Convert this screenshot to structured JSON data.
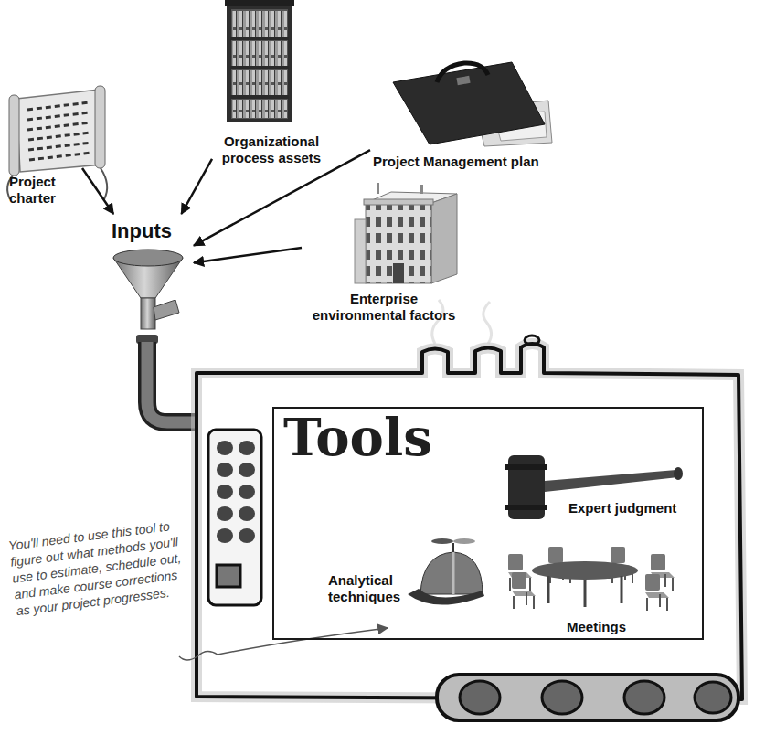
{
  "diagram": {
    "nodes": [
      {
        "text": [
          "Organizational process assets"
        ]
      },
      {
        "text": [
          "Project Management plan"
        ]
      },
      {
        "text": [
          "Project charter"
        ]
      },
      {
        "text": [
          "Inputs"
        ]
      },
      {
        "text": [
          "Enterprise environmental factors"
        ]
      },
      {
        "text": [
          "Tools"
        ]
      },
      {
        "text": [
          "Expert judgment"
        ],
        "in": 5
      },
      {
        "text": [
          "Analytical techniques"
        ],
        "in": 5
      },
      {
        "text": [
          "Meetings"
        ],
        "in": 5
      }
    ],
    "edges": [
      {
        "from": 2,
        "to": 3,
        "arrow": "to"
      },
      {
        "from": 0,
        "to": 3,
        "arrow": "to"
      },
      {
        "from": 1,
        "to": 3,
        "arrow": "to"
      },
      {
        "from": 4,
        "to": 3,
        "arrow": "to"
      }
    ],
    "labels": [
      "You'll need to use this tool to figure out what methods you'll use to estimate, schedule out, and make course corrections as your project progresses."
    ]
  }
}
